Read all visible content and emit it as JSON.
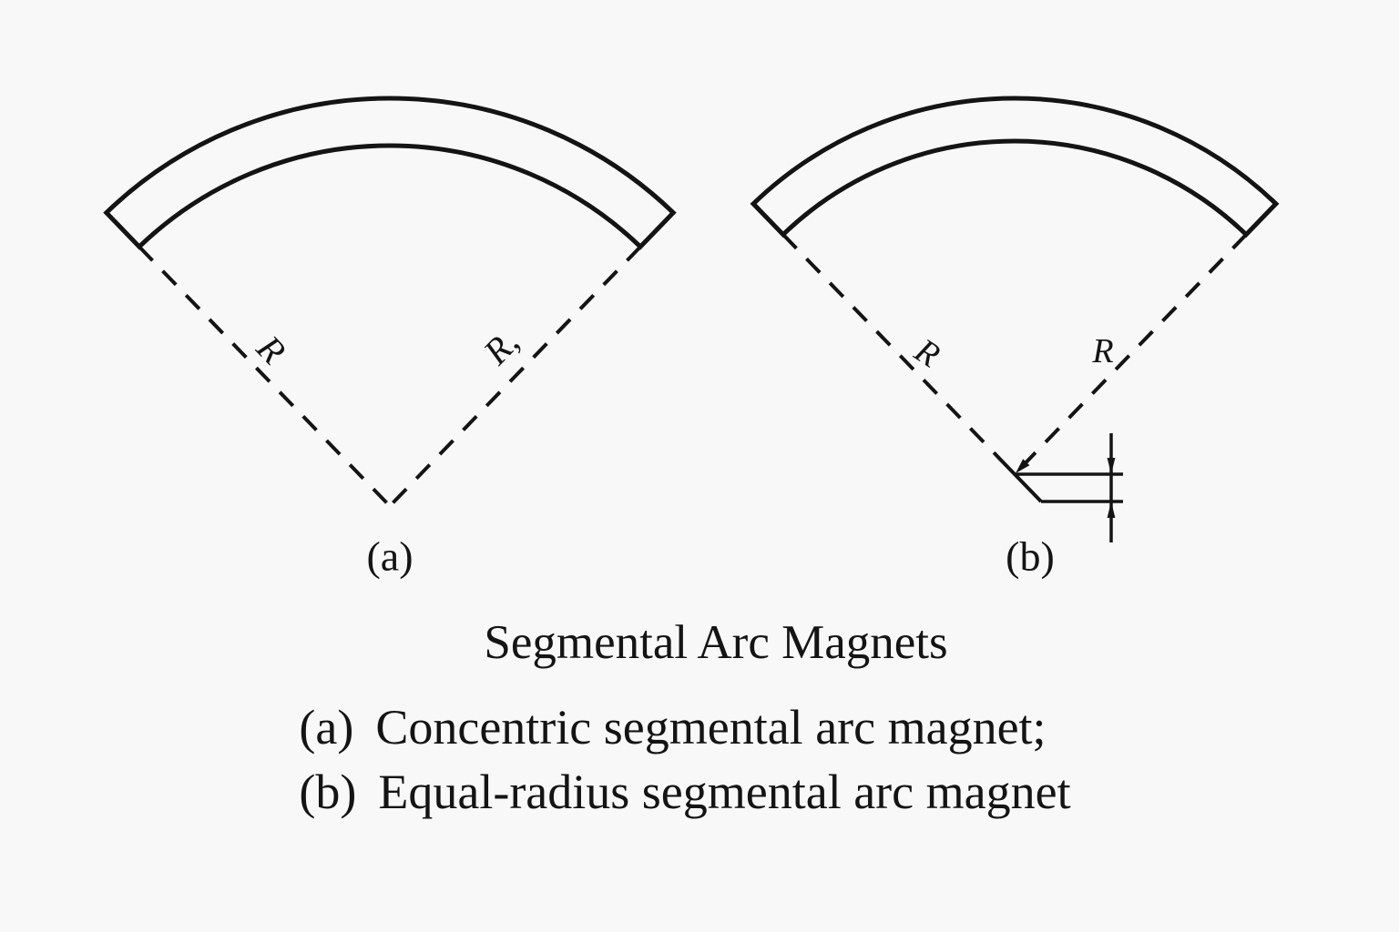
{
  "figure": {
    "background_color": "#f8f8f8",
    "line_color": "#141414",
    "diagram_a": {
      "label": "(a)",
      "left_radius_label": "R",
      "right_radius_label": "R,"
    },
    "diagram_b": {
      "label": "(b)",
      "left_radius_label": "R",
      "right_radius_label": "R"
    },
    "title": "Segmental Arc Magnets",
    "caption": [
      {
        "label": "(a)",
        "text": "Concentric segmental arc magnet;"
      },
      {
        "label": "(b)",
        "text": "Equal-radius segmental arc magnet"
      }
    ]
  }
}
